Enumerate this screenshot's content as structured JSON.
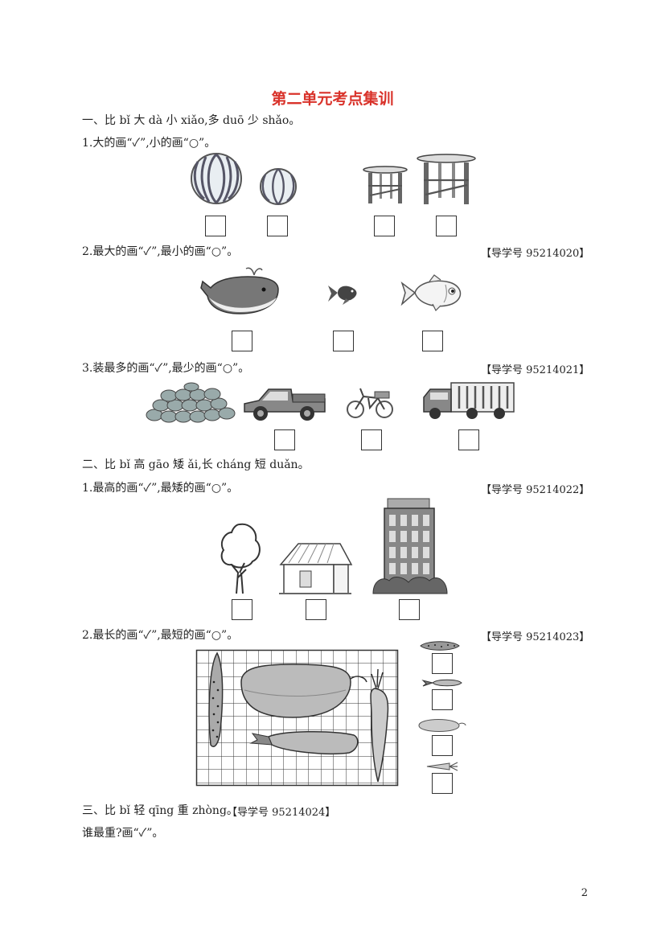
{
  "title": "第二单元考点集训",
  "section1": {
    "heading": "一、比 bǐ 大 dà 小 xiǎo,多 duō 少 shǎo。",
    "q1": {
      "text": "1.大的画“✓”,小的画“○”。"
    },
    "q2": {
      "text": "2.最大的画“✓”,最小的画“○”。",
      "ref": "【导学号 95214020】"
    },
    "q3": {
      "text": "3.装最多的画“✓”,最少的画“○”。",
      "ref": "【导学号 95214021】"
    }
  },
  "section2": {
    "heading": "二、比 bǐ 高 gāo 矮 ǎi,长 cháng 短 duǎn。",
    "q1": {
      "text": "1.最高的画“✓”,最矮的画“○”。",
      "ref": "【导学号 95214022】"
    },
    "q2": {
      "text": "2.最长的画“✓”,最短的画“○”。",
      "ref": "【导学号 95214023】"
    }
  },
  "section3": {
    "heading": "三、比 bǐ 轻 qīng 重 zhòng。",
    "ref": "【导学号 95214024】",
    "question": "谁最重?画“✓”。"
  },
  "page_number": "2"
}
